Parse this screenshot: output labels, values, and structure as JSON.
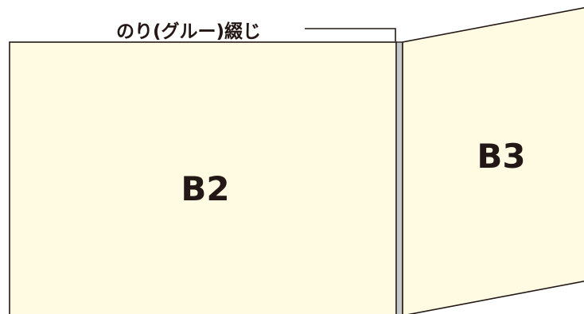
{
  "callout": {
    "text": "のり(グルー)綴じ"
  },
  "panels": {
    "left_label": "B2",
    "right_label": "B3"
  },
  "colors": {
    "paper": "#fffbe3",
    "outline": "#231815",
    "spine": "#c8c8c8"
  }
}
